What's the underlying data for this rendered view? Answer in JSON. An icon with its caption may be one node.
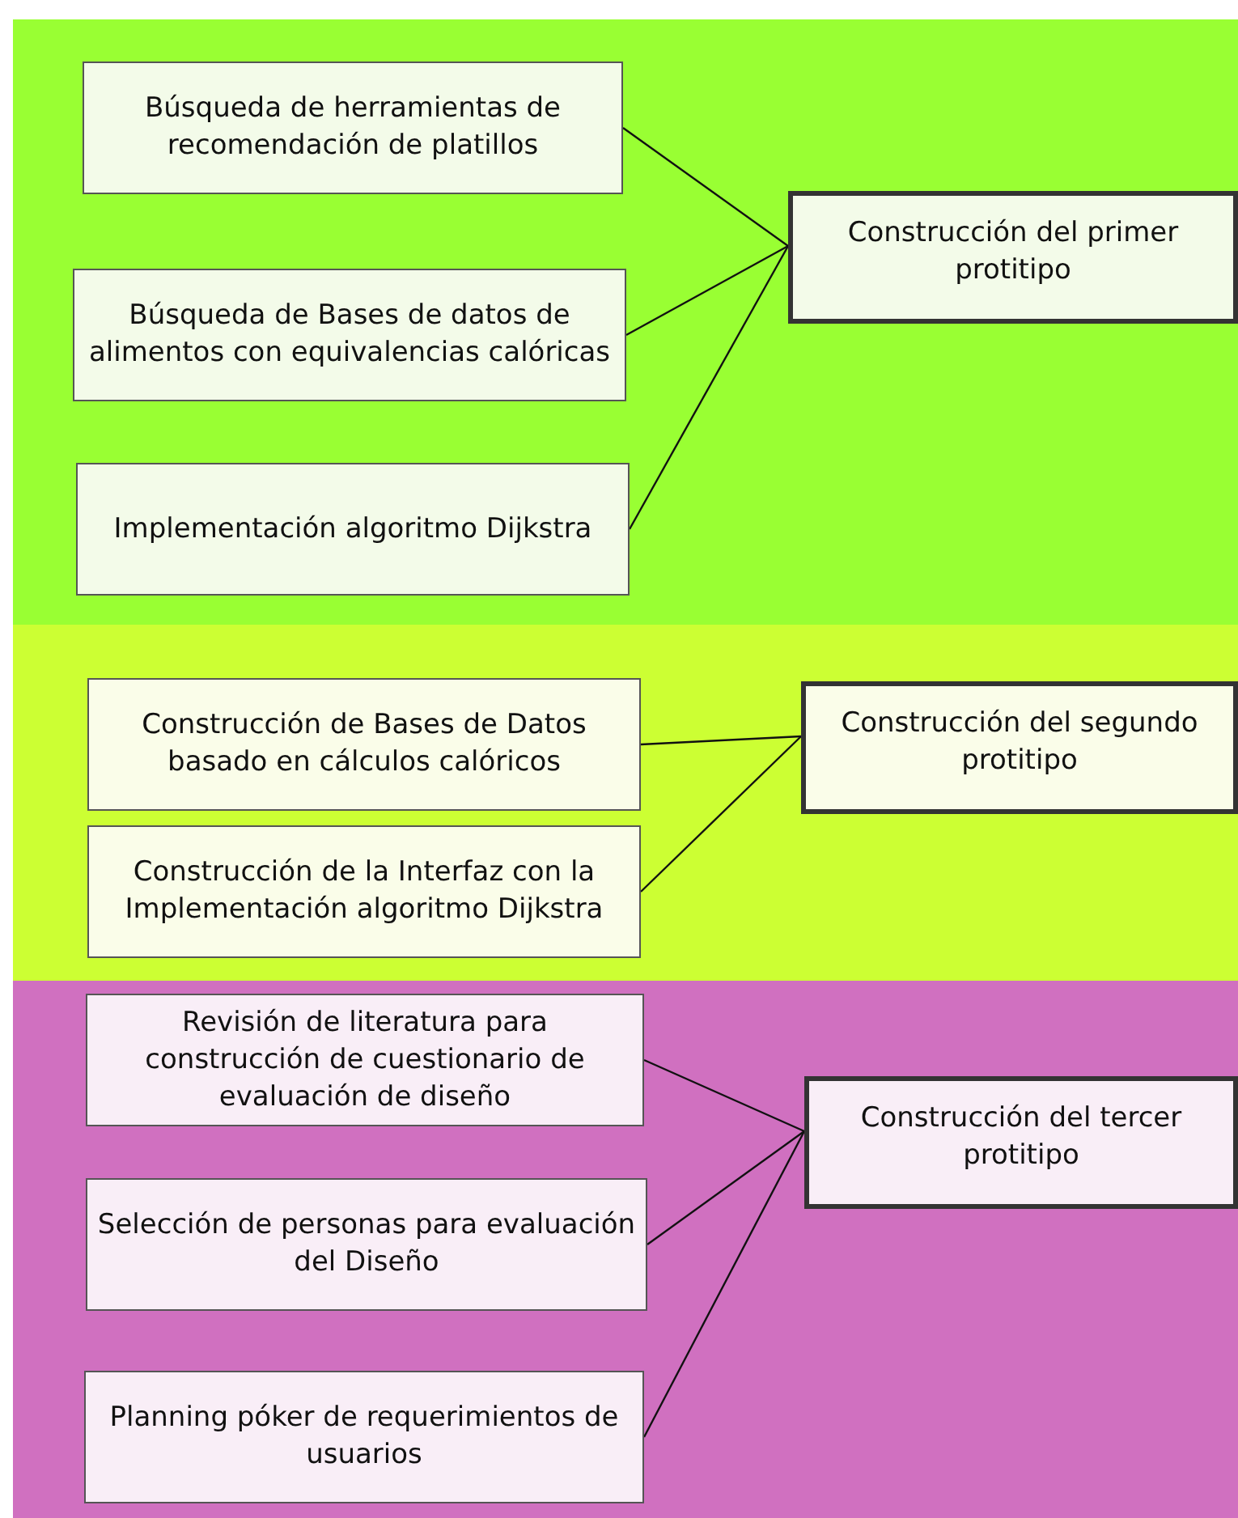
{
  "diagram": {
    "nodes": [
      {
        "text": [],
        "shape": "band"
      },
      {
        "text": [
          "Búsqueda de herramientas de recomendación de platillos"
        ],
        "in": 0
      },
      {
        "text": [
          "Búsqueda de Bases de datos de alimentos con equivalencias calóricas"
        ],
        "in": 0
      },
      {
        "text": [
          "Implementación algoritmo Dijkstra"
        ],
        "in": 0
      },
      {
        "text": [
          "Construcción del primer protitipo"
        ],
        "in": 0
      },
      {
        "text": [],
        "shape": "band"
      },
      {
        "text": [
          "Construcción de Bases de Datos basado en cálculos calóricos"
        ],
        "in": 5
      },
      {
        "text": [
          "Construcción de la Interfaz con la Implementación algoritmo Dijkstra"
        ],
        "in": 5
      },
      {
        "text": [
          "Construcción del segundo protitipo"
        ],
        "in": 5
      },
      {
        "text": [],
        "shape": "band"
      },
      {
        "text": [
          "Revisión de literatura para construcción de cuestionario de evaluación de diseño"
        ],
        "in": 9
      },
      {
        "text": [
          "Selección de personas para evaluación del Diseño"
        ],
        "in": 9
      },
      {
        "text": [
          "Planning póker de requerimientos de usuarios"
        ],
        "in": 9
      },
      {
        "text": [
          "Construcción del tercer protitipo"
        ],
        "in": 9
      }
    ],
    "edges": [
      {
        "from": 1,
        "to": 4,
        "arrow": "none"
      },
      {
        "from": 2,
        "to": 4,
        "arrow": "none"
      },
      {
        "from": 3,
        "to": 4,
        "arrow": "none"
      },
      {
        "from": 6,
        "to": 8,
        "arrow": "none"
      },
      {
        "from": 7,
        "to": 8,
        "arrow": "none"
      },
      {
        "from": 10,
        "to": 13,
        "arrow": "none"
      },
      {
        "from": 11,
        "to": 13,
        "arrow": "none"
      },
      {
        "from": 12,
        "to": 13,
        "arrow": "none"
      }
    ]
  }
}
